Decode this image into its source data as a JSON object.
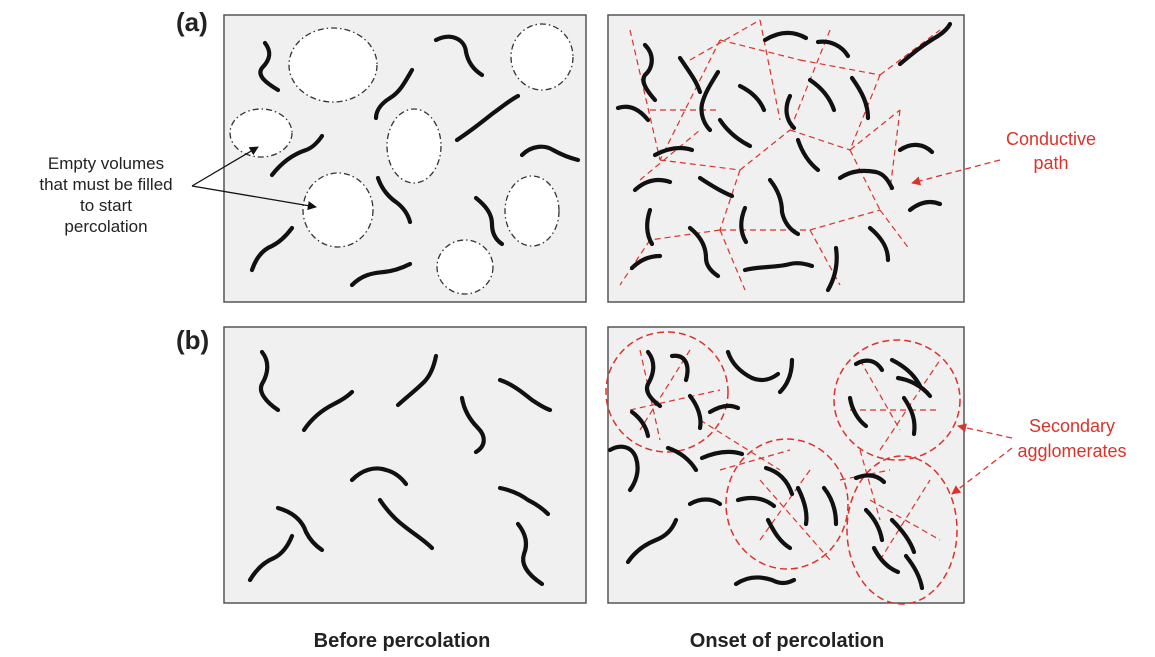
{
  "labels": {
    "a": "(a)",
    "b": "(b)"
  },
  "captions": {
    "before": "Before percolation",
    "onset": "Onset of percolation"
  },
  "annotations": {
    "empty_volumes": [
      "Empty volumes",
      "that must be filled",
      "to start",
      "percolation"
    ],
    "conductive_path": [
      "Conductive",
      "path"
    ],
    "secondary_agglomerates": [
      "Secondary",
      "agglomerates"
    ]
  },
  "colors": {
    "panel_fill": "#f0f0f0",
    "fiber": "#111111",
    "annotation_red": "#d9342b",
    "text": "#222222"
  }
}
